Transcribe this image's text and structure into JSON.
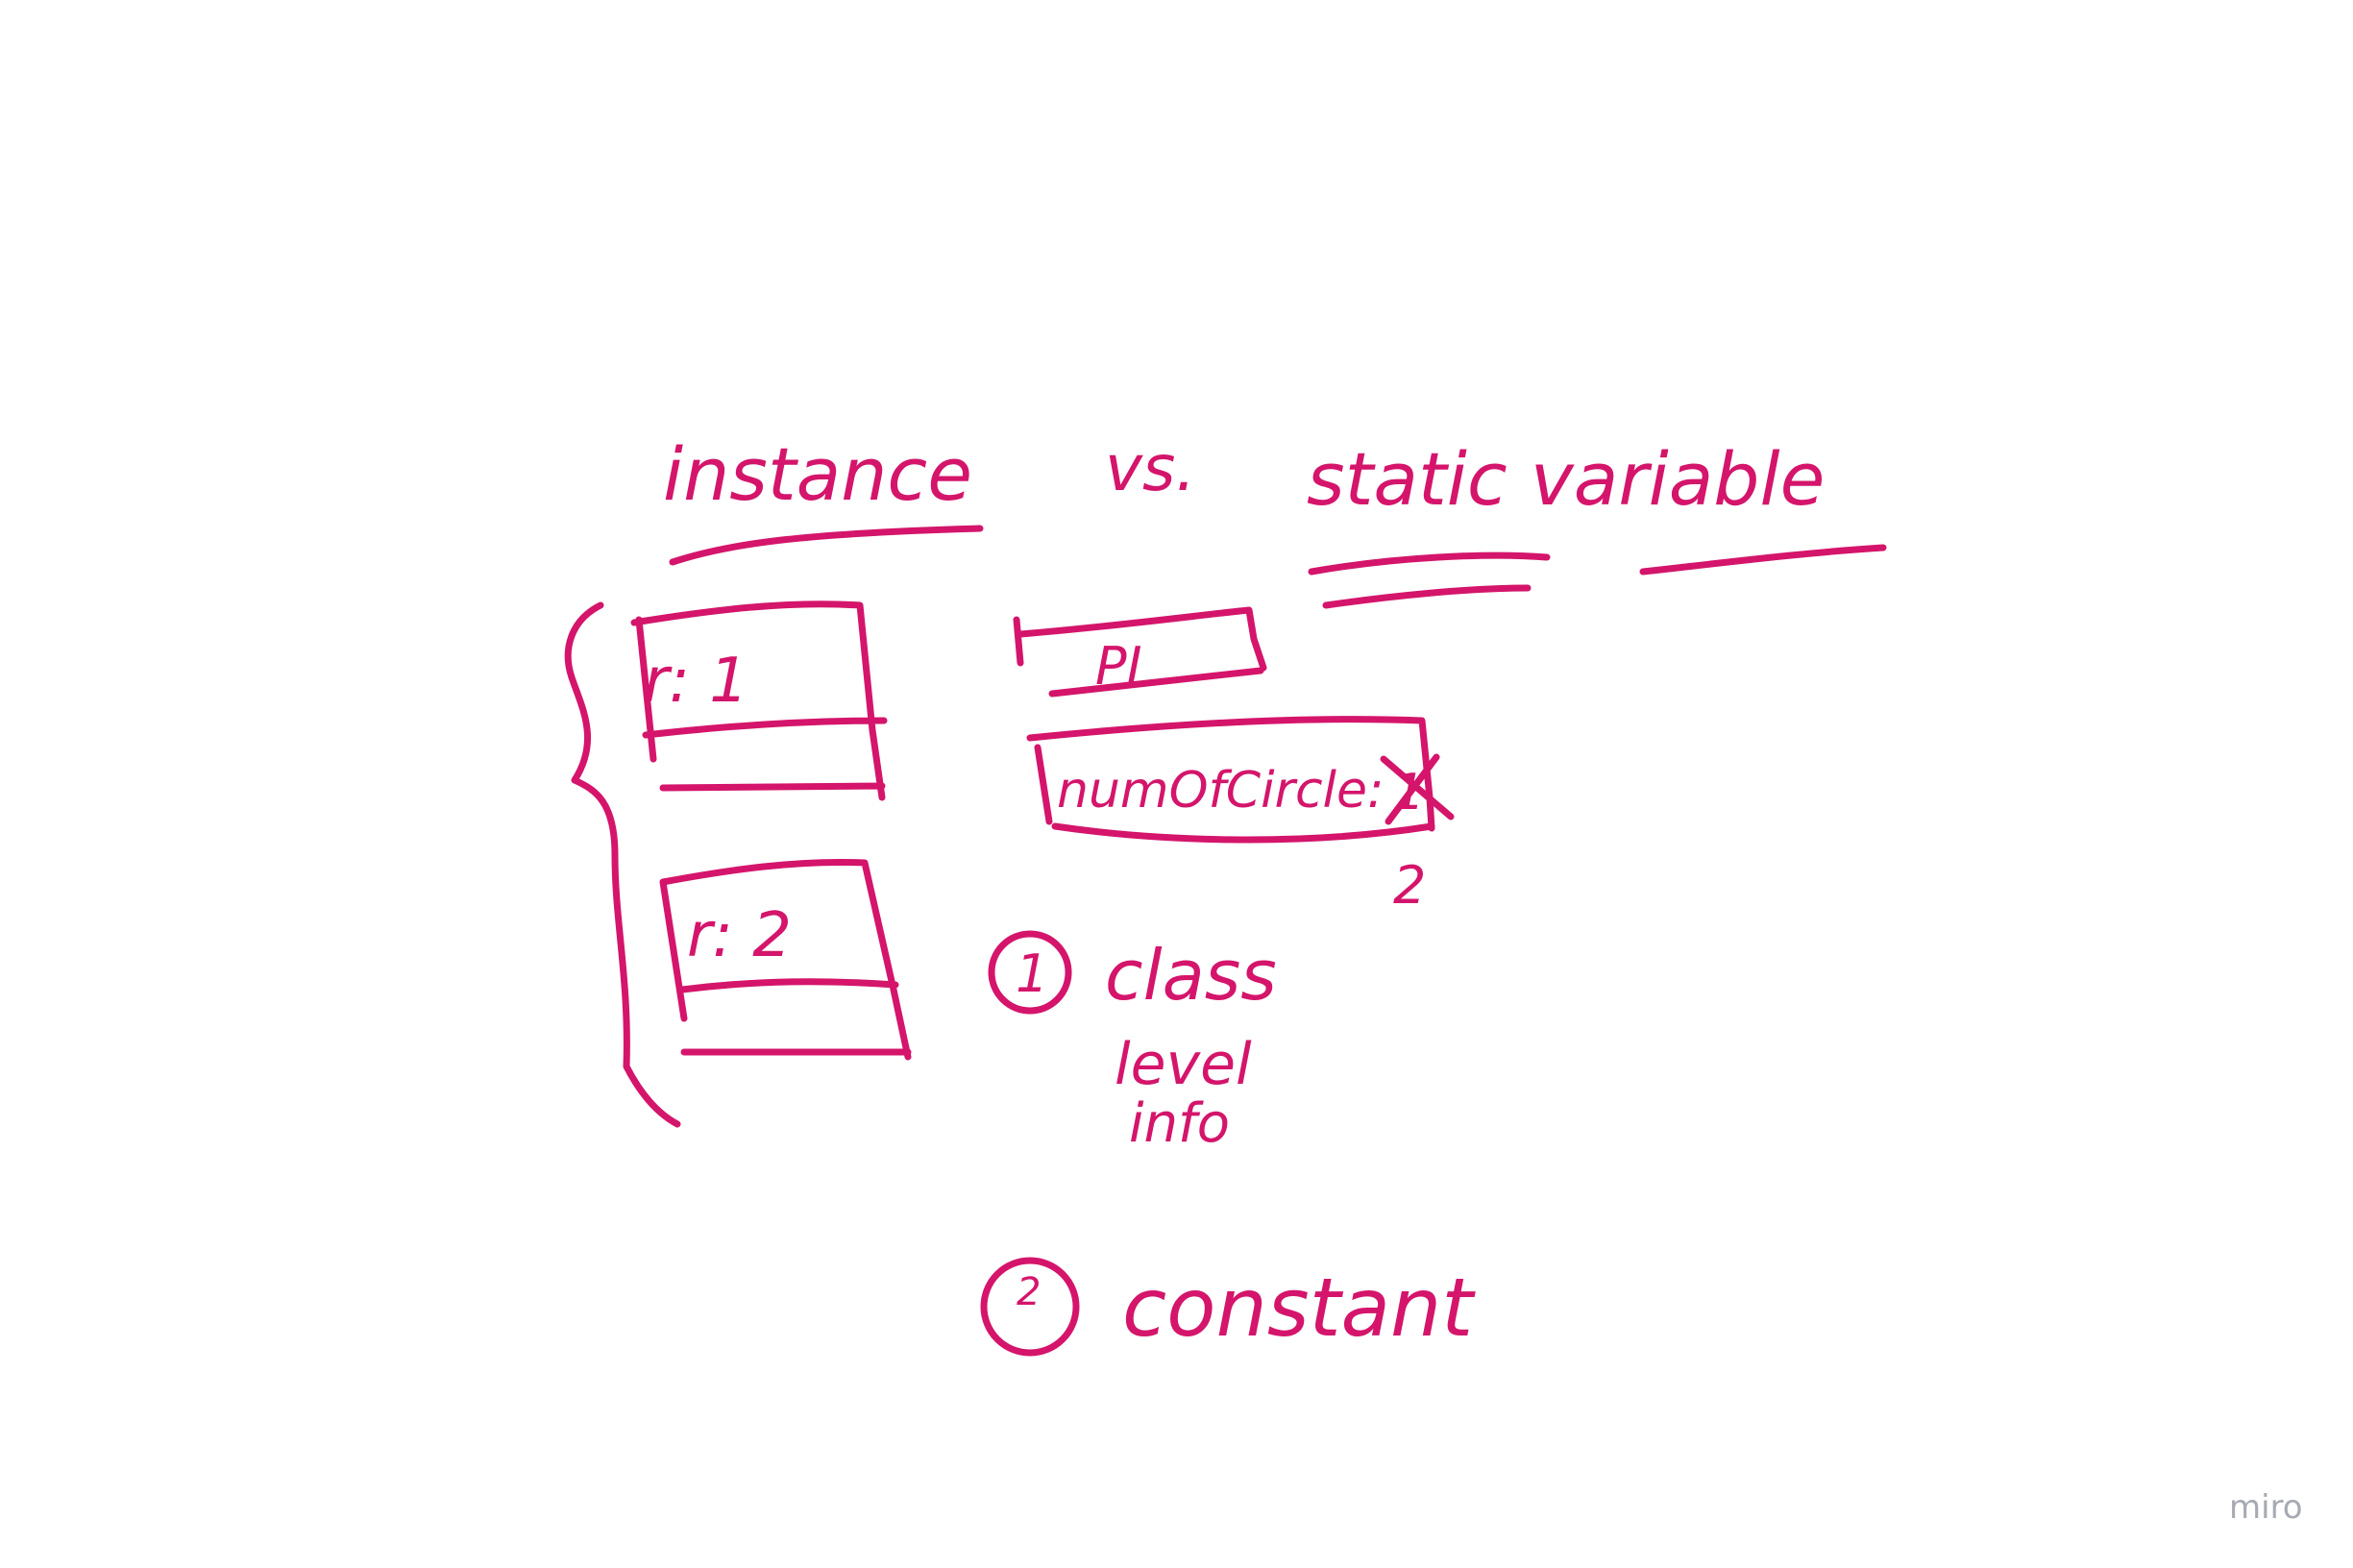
{
  "board": {
    "title_left": "instance",
    "title_vs": "vs.",
    "title_right": "static variable",
    "instance_box_1": "r: 1",
    "instance_box_2": "r: 2",
    "static_box_top": "PI",
    "static_box_counter": "numOfCircle:",
    "static_box_counter_struck": "1",
    "static_box_counter_new": "2",
    "point_1_number": "1",
    "point_1_lines": [
      "class",
      "level",
      "info"
    ],
    "point_2_number": "2",
    "point_2_text": "constant",
    "ink_color": "#d4156b"
  },
  "watermark": "miro"
}
